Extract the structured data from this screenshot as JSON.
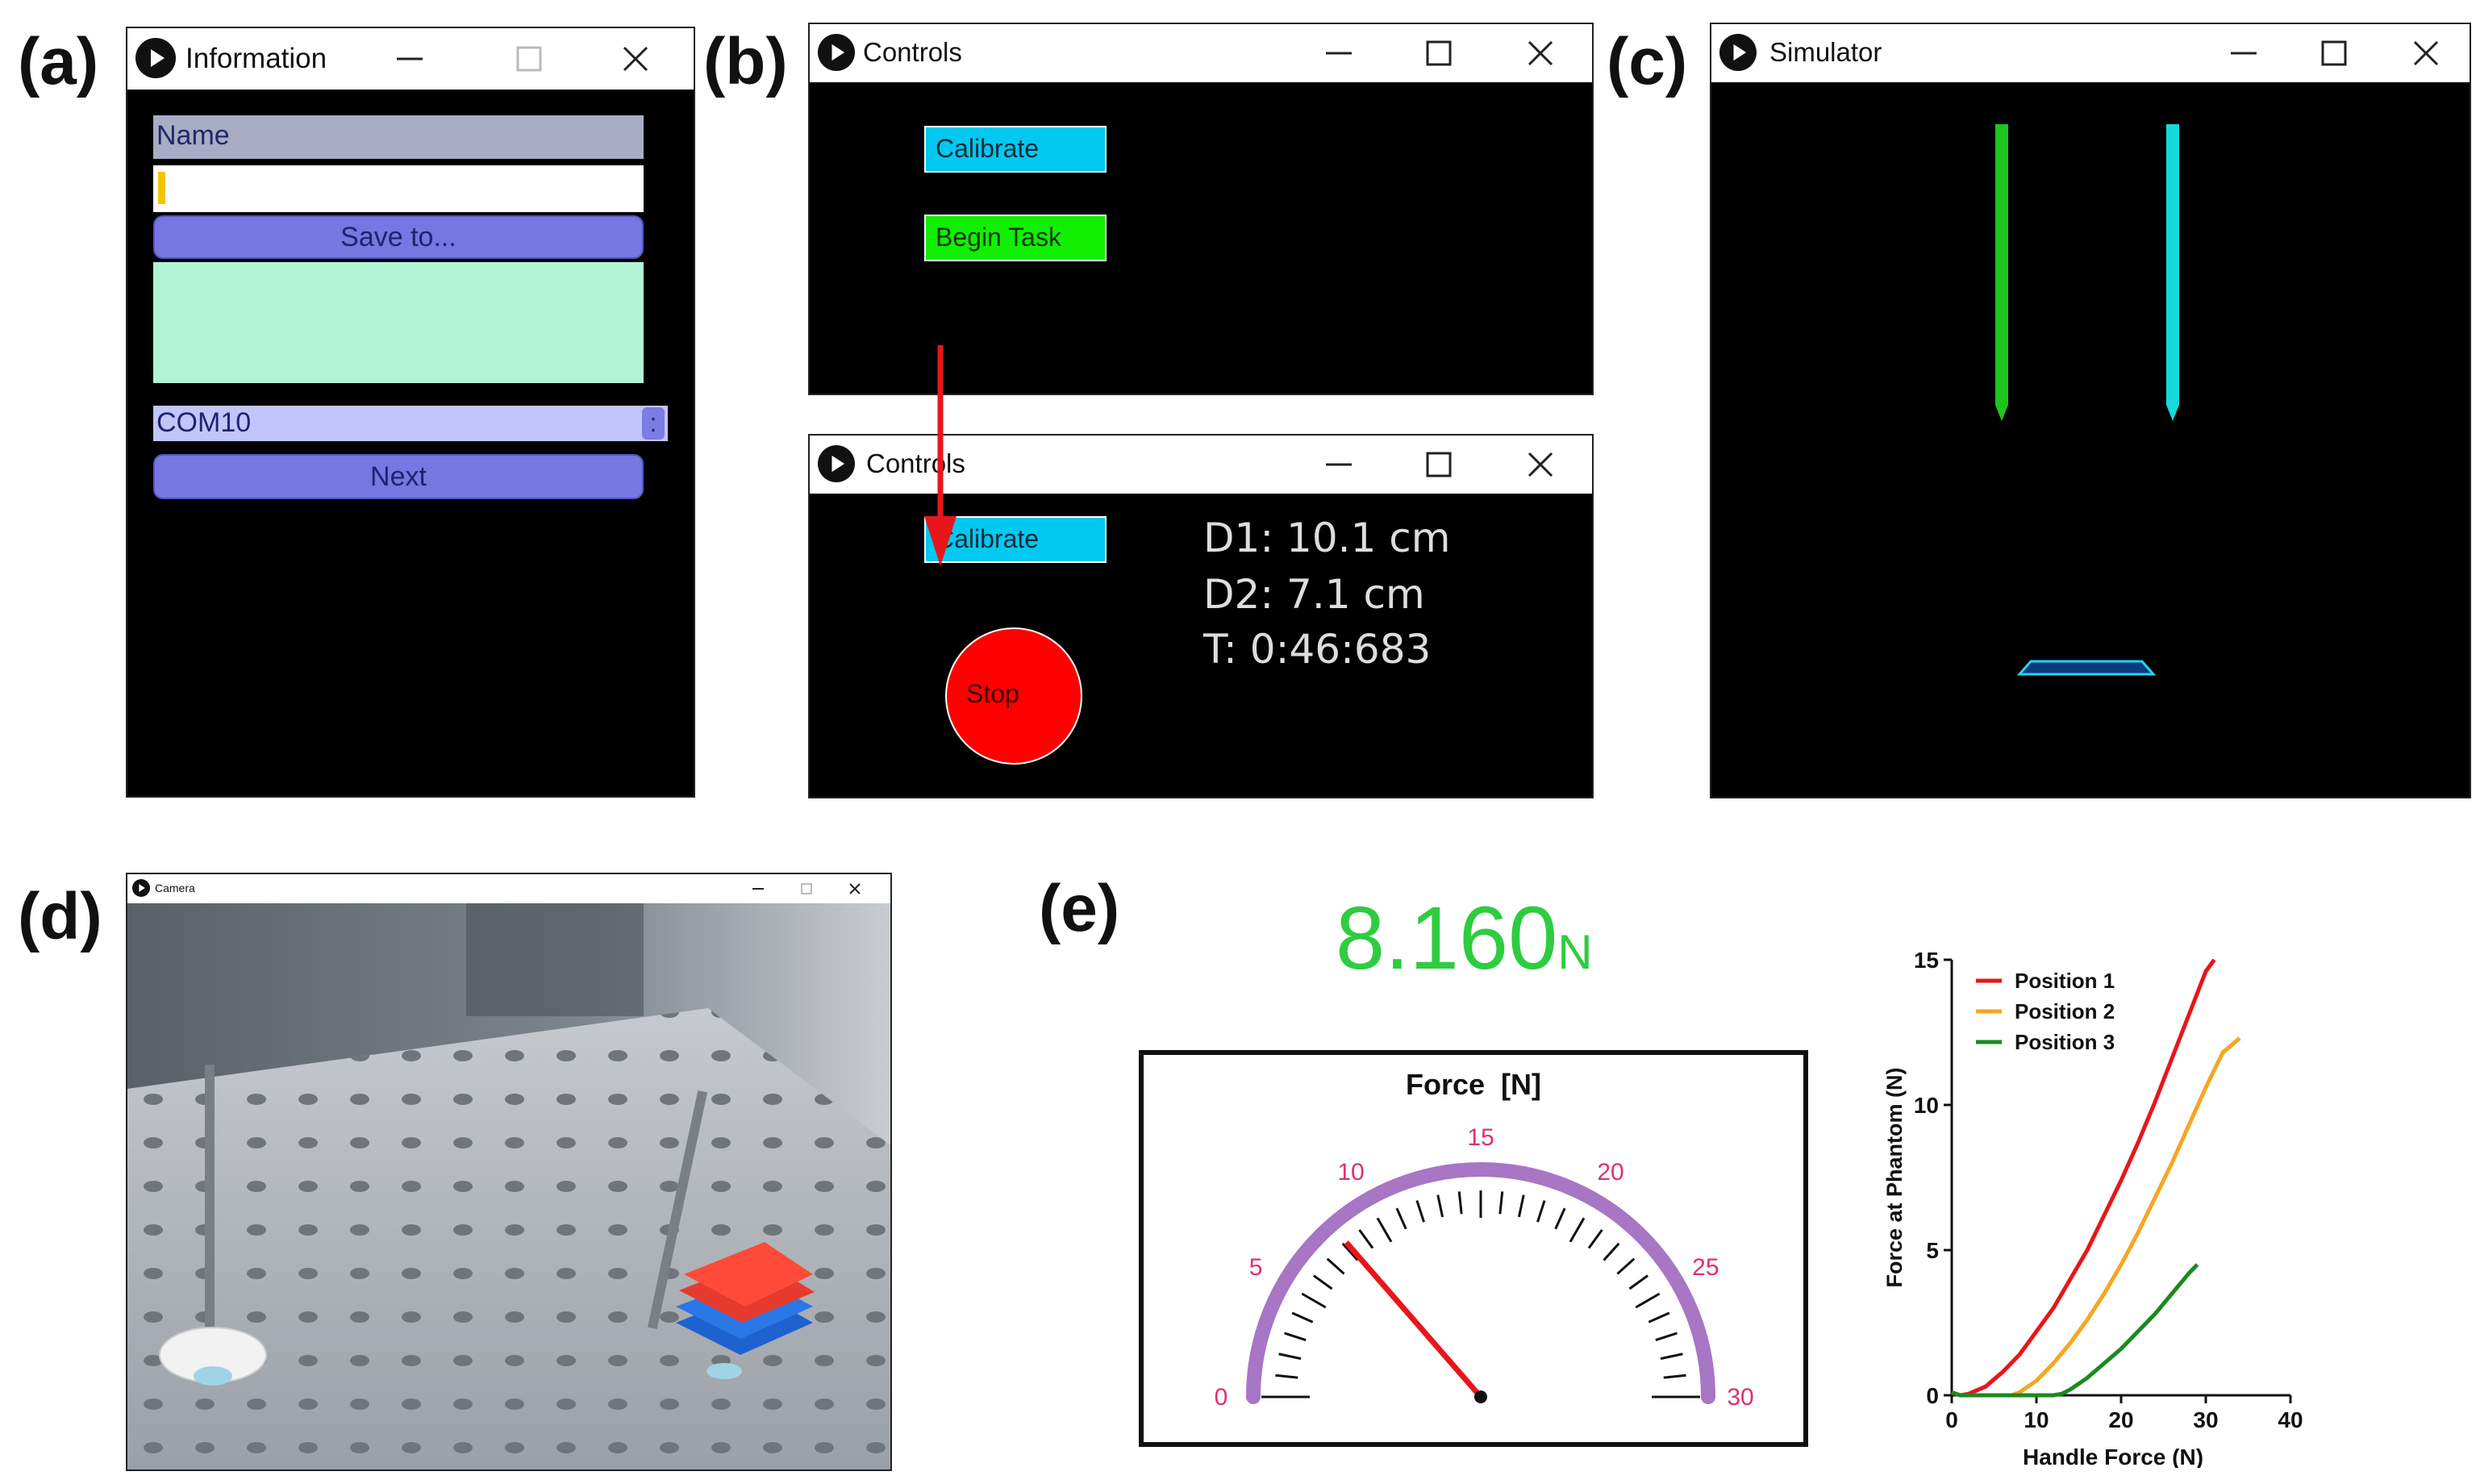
{
  "panel_labels": {
    "a": "(a)",
    "b": "(b)",
    "c": "(c)",
    "d": "(d)",
    "e": "(e)"
  },
  "info_window": {
    "title": "Information",
    "name_label": "Name",
    "name_value": "",
    "save_button": "Save to...",
    "port_select": "COM10",
    "port_dropdown_glyph": ":",
    "next_button": "Next"
  },
  "controls_window_1": {
    "title": "Controls",
    "calibrate_button": "Calibrate",
    "begin_task_button": "Begin Task"
  },
  "controls_window_2": {
    "title": "Controls",
    "calibrate_button": "Calibrate",
    "stop_button": "Stop",
    "d1": "D1: 10.1 cm",
    "d2": "D2: 7.1 cm",
    "t": "T: 0:46:683"
  },
  "simulator_window": {
    "title": "Simulator"
  },
  "camera_window": {
    "title": "Camera"
  },
  "force_readout": {
    "value": "8.160",
    "unit": "N"
  },
  "gauge": {
    "title": "Force  [N]",
    "min": 0,
    "max": 30,
    "ticks": [
      "0",
      "5",
      "10",
      "15",
      "20",
      "25",
      "30"
    ],
    "needle_value": 8.16
  },
  "colors": {
    "button_blue": "#00c8ef",
    "button_green": "#12ee00",
    "stop_red": "#ff0000",
    "needle_green": "#1dc51d",
    "needle_cyan": "#16d9d9",
    "readout_green": "#2ecc40",
    "gauge_arc": "#a776c4",
    "gauge_label": "#e0306a"
  },
  "chart_data": {
    "type": "line",
    "xlabel": "Handle Force (N)",
    "ylabel": "Force at Phantom (N)",
    "xlim": [
      0,
      40
    ],
    "ylim": [
      0,
      15
    ],
    "xticks": [
      "0",
      "10",
      "20",
      "30",
      "40"
    ],
    "yticks": [
      "0",
      "5",
      "10",
      "15"
    ],
    "legend_position": "top-left",
    "series": [
      {
        "name": "Position 1",
        "color": "#e8161b",
        "x": [
          0,
          1,
          2,
          4,
          6,
          8,
          10,
          12,
          14,
          16,
          18,
          20,
          22,
          24,
          26,
          28,
          30,
          31
        ],
        "y": [
          0.1,
          0,
          0.05,
          0.3,
          0.8,
          1.4,
          2.2,
          3.0,
          4.0,
          5.0,
          6.2,
          7.4,
          8.7,
          10.1,
          11.6,
          13.1,
          14.6,
          15.0
        ]
      },
      {
        "name": "Position 2",
        "color": "#f5a623",
        "x": [
          0,
          1,
          2,
          4,
          6,
          7,
          8,
          10,
          12,
          14,
          16,
          18,
          20,
          22,
          24,
          26,
          28,
          30,
          32,
          34
        ],
        "y": [
          0.1,
          0,
          0,
          0,
          0,
          0,
          0.1,
          0.5,
          1.1,
          1.8,
          2.6,
          3.5,
          4.5,
          5.6,
          6.8,
          8.0,
          9.3,
          10.6,
          11.8,
          12.3
        ]
      },
      {
        "name": "Position 3",
        "color": "#1a8a1f",
        "x": [
          0,
          1,
          2,
          4,
          6,
          8,
          10,
          12,
          13,
          14,
          16,
          18,
          20,
          22,
          24,
          26,
          28,
          29
        ],
        "y": [
          0.1,
          0,
          0,
          0,
          0,
          0,
          0,
          0,
          0.05,
          0.2,
          0.6,
          1.1,
          1.6,
          2.2,
          2.8,
          3.5,
          4.2,
          4.5
        ]
      }
    ]
  }
}
